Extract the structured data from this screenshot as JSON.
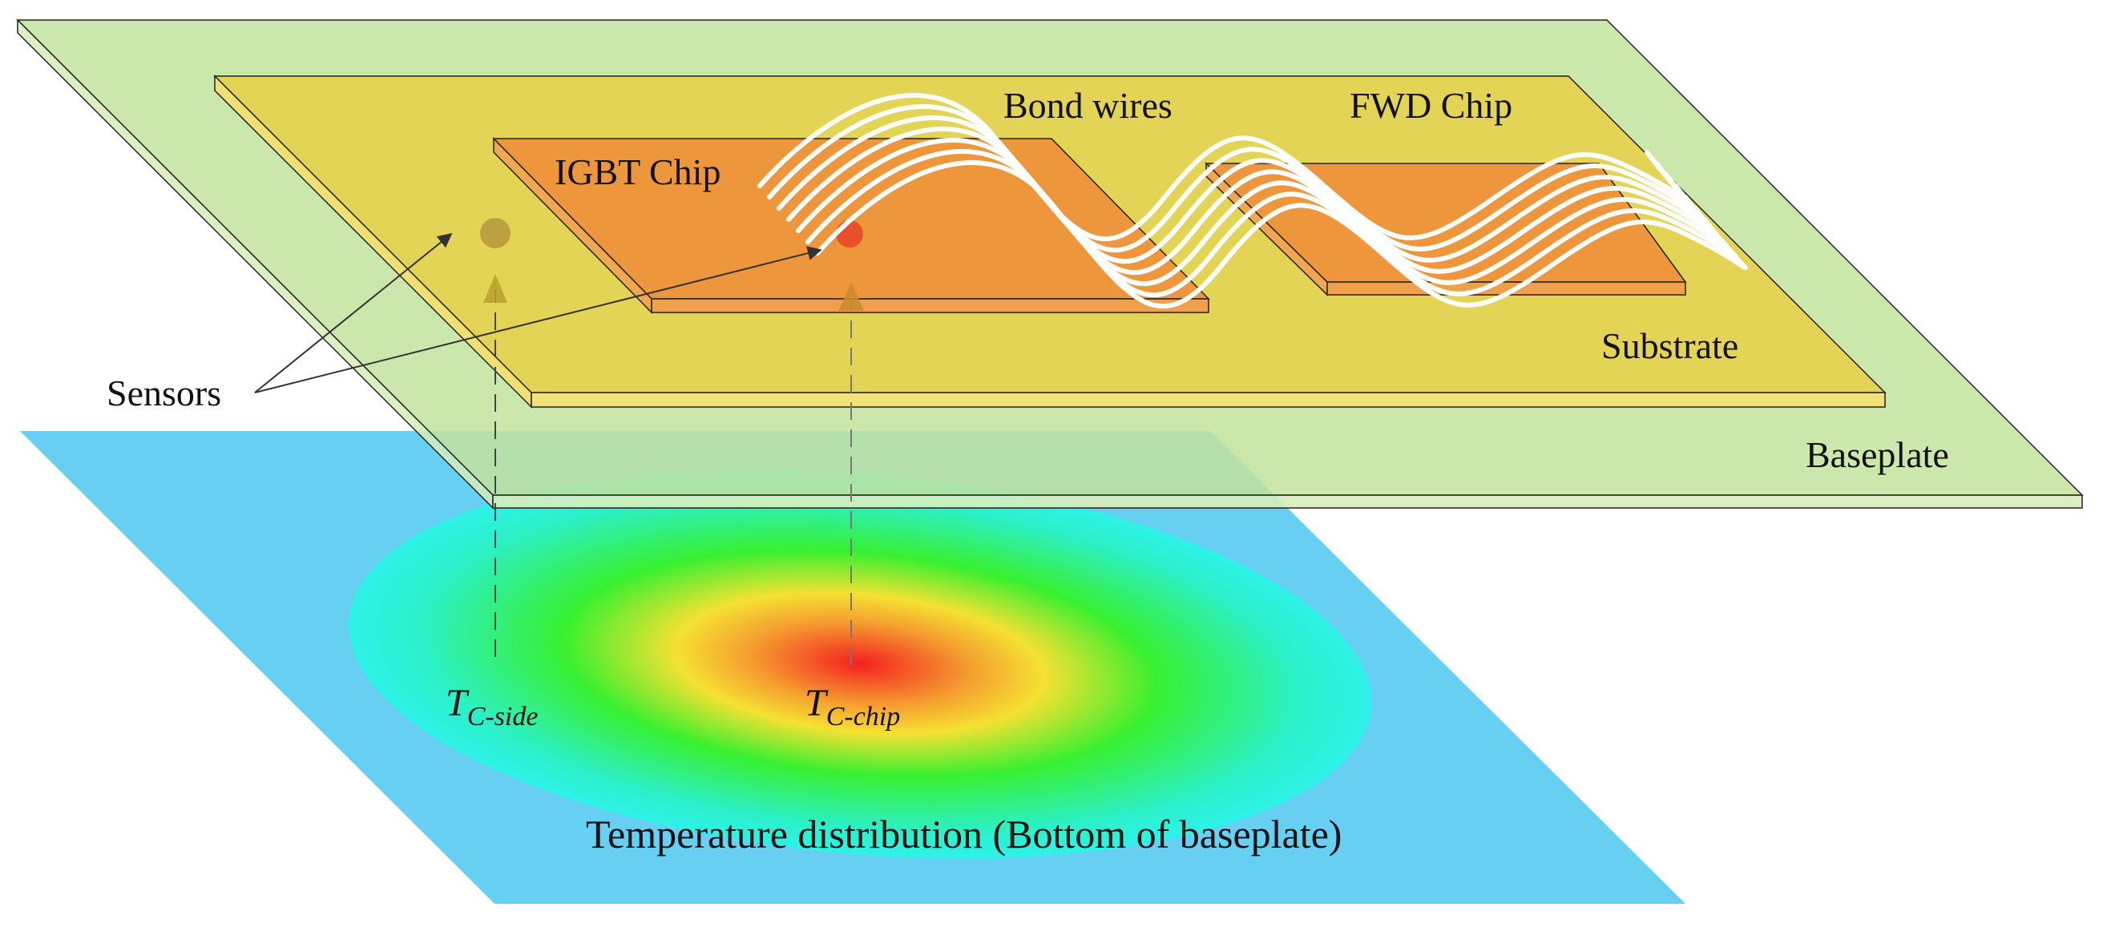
{
  "labels": {
    "bond_wires": "Bond wires",
    "fwd_chip": "FWD Chip",
    "igbt_chip": "IGBT Chip",
    "substrate": "Substrate",
    "baseplate": "Baseplate",
    "sensors": "Sensors",
    "t_side_main": "T",
    "t_side_sub": "C-side",
    "t_chip_main": "T",
    "t_chip_sub": "C-chip",
    "temperature_distribution": "Temperature distribution (Bottom of baseplate)"
  },
  "colors": {
    "baseplate": "#c8e6a4",
    "substrate": "#e3d456",
    "chip": "#ee963c",
    "bottom_plane": "#66cff2",
    "heat_outer": "#2df2e8",
    "heat_mid": "#38f030",
    "heat_warm": "#f5e132",
    "heat_hot": "#f32020",
    "bond_wire": "#ffffff",
    "sensor_side": "#b08f3a",
    "sensor_chip": "#e8502a",
    "arrow": "#333333"
  }
}
